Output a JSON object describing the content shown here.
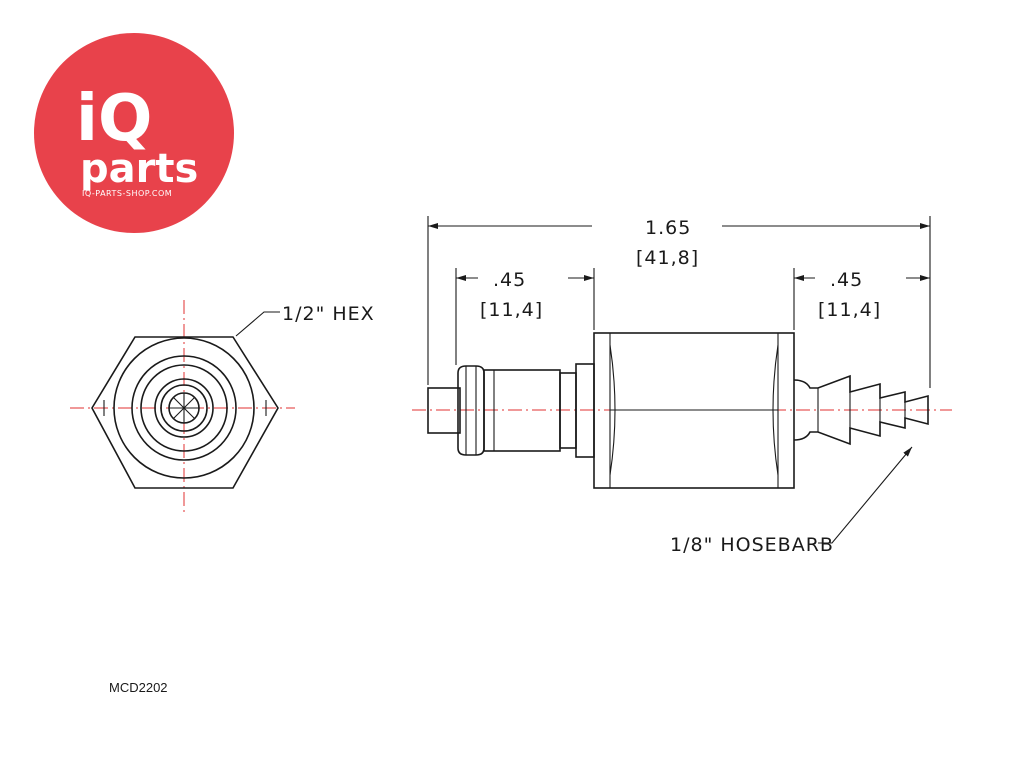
{
  "logo": {
    "line1": "iQ",
    "line2": "parts",
    "url": "IQ-PARTS-SHOP.COM",
    "color": "#e8424b"
  },
  "dimensions": {
    "overall_in": "1.65",
    "overall_mm": "[41,8]",
    "left_in": ".45",
    "left_mm": "[11,4]",
    "right_in": ".45",
    "right_mm": "[11,4]"
  },
  "callouts": {
    "hex": "1/2\" HEX",
    "hosebarb": "1/8\" HOSEBARB"
  },
  "part_number": "MCD2202",
  "colors": {
    "line": "#1a1a1a",
    "centerline": "#e03030"
  }
}
